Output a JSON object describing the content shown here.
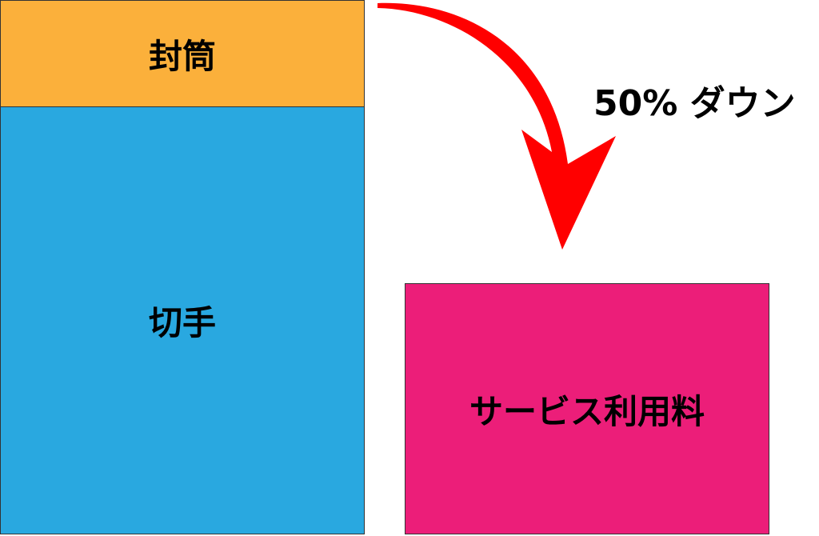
{
  "boxes": {
    "envelope": {
      "label": "封筒",
      "color": "#fbb03b"
    },
    "stamp": {
      "label": "切手",
      "color": "#29a8e0"
    },
    "service_fee": {
      "label": "サービス利用料",
      "color": "#ec1e79"
    }
  },
  "arrow": {
    "label": "50% ダウン",
    "color": "#ff0000"
  }
}
